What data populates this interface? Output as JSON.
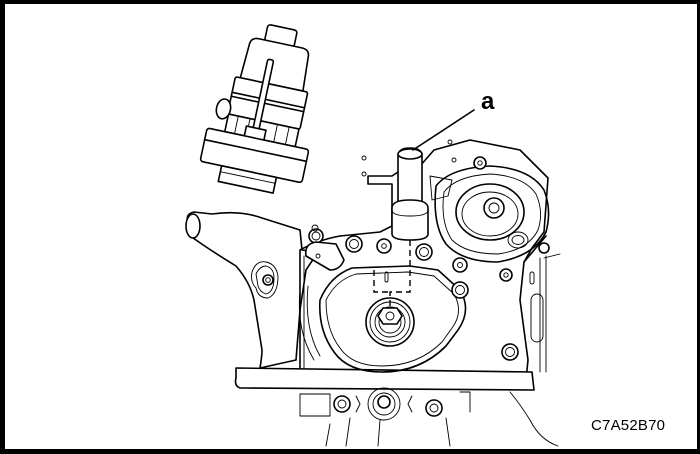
{
  "figure": {
    "description": "Engine front cover line drawing: oil filter housing, water pump, crankshaft pulley bolt and special tool inserted in front cover",
    "callouts": [
      {
        "label": "a",
        "target": "special-tool"
      }
    ],
    "figure_code": "C7A52B70"
  },
  "colors": {
    "line": "#000000",
    "background": "#ffffff",
    "border": "#000000"
  }
}
